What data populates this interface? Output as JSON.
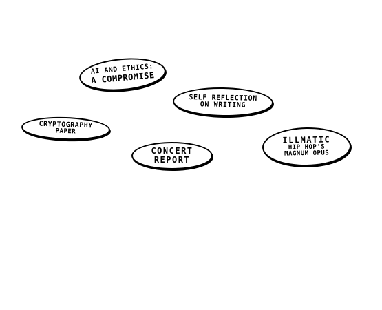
{
  "bubbles": {
    "ai_ethics": {
      "line1": "AI AND ETHICS:",
      "line2": "A COMPROMISE"
    },
    "self_reflection": {
      "line1": "SELF REFLECTION",
      "line2": "ON WRITING"
    },
    "cryptography": {
      "line1": "CRYPTOGRAPHY",
      "line2": "PAPER"
    },
    "concert_report": {
      "line1": "CONCERT",
      "line2": "REPORT"
    },
    "illmatic": {
      "line1": "ILLMATIC",
      "line2": "HIP HOP'S",
      "line3": "MAGNUM OPUS"
    }
  },
  "colors": {
    "background": "#ffffff",
    "ink": "#000000"
  }
}
